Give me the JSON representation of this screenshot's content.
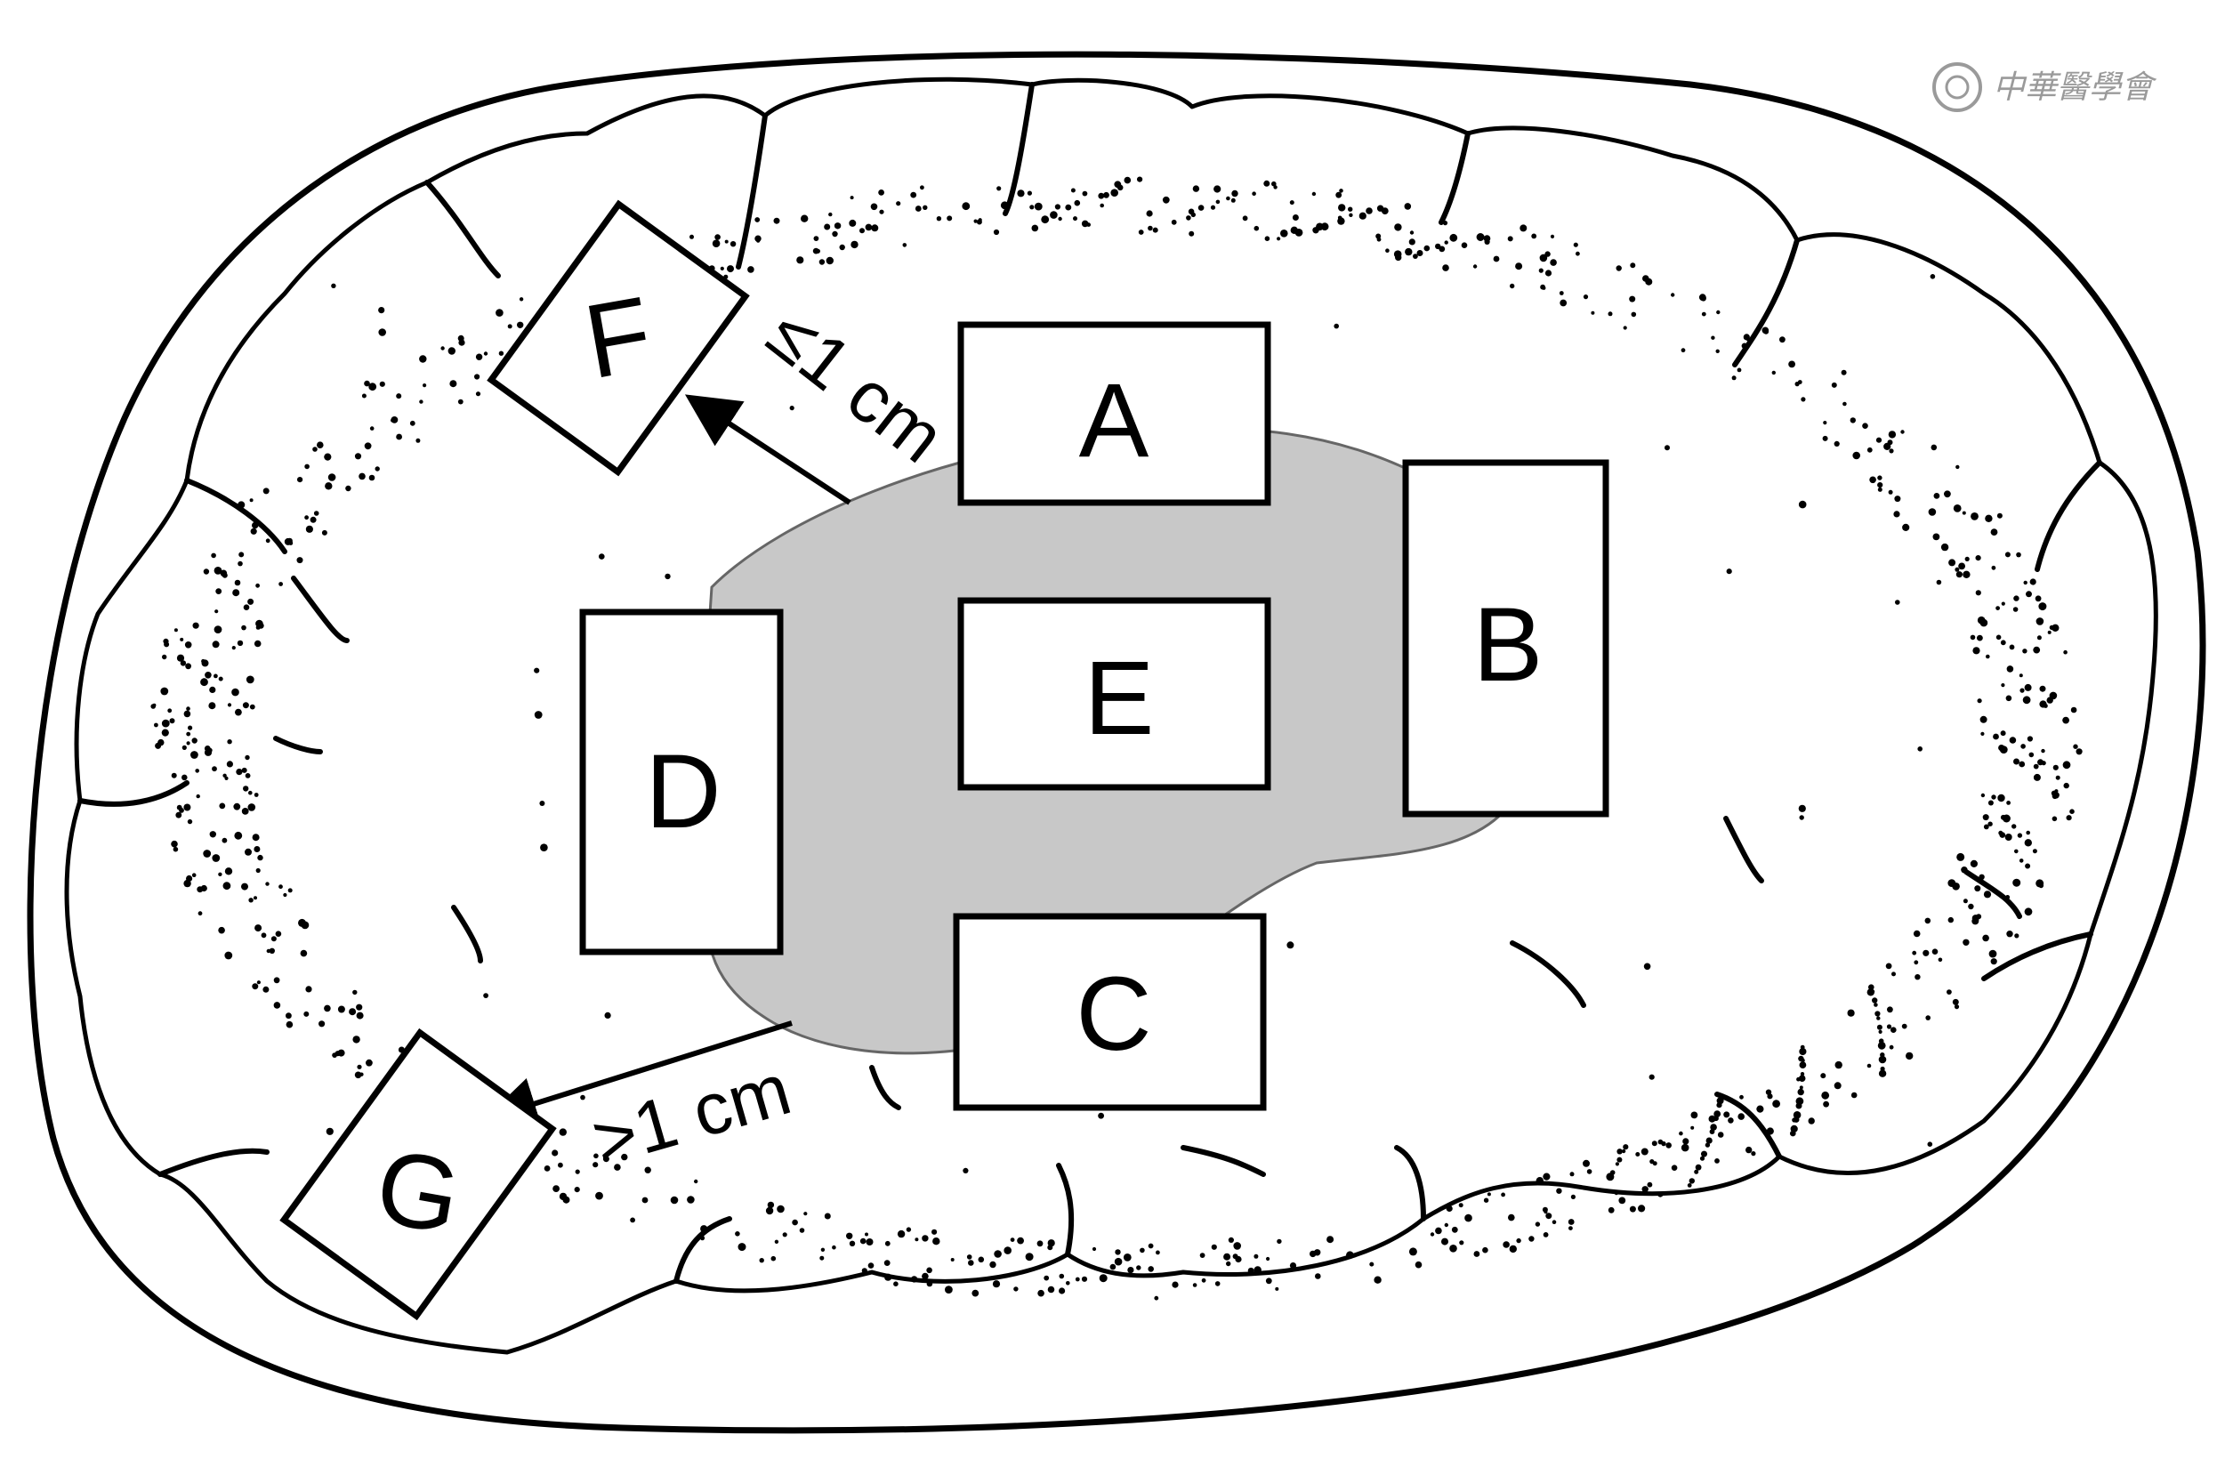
{
  "diagram": {
    "boxes": {
      "A": "A",
      "B": "B",
      "C": "C",
      "D": "D",
      "E": "E",
      "F": "F",
      "G": "G"
    },
    "distances": {
      "near": "≤1 cm",
      "far": ">1 cm"
    },
    "watermark": "中華醫學會",
    "colors": {
      "tumor": "#c8c8c8",
      "line": "#000000",
      "background": "#ffffff"
    }
  }
}
